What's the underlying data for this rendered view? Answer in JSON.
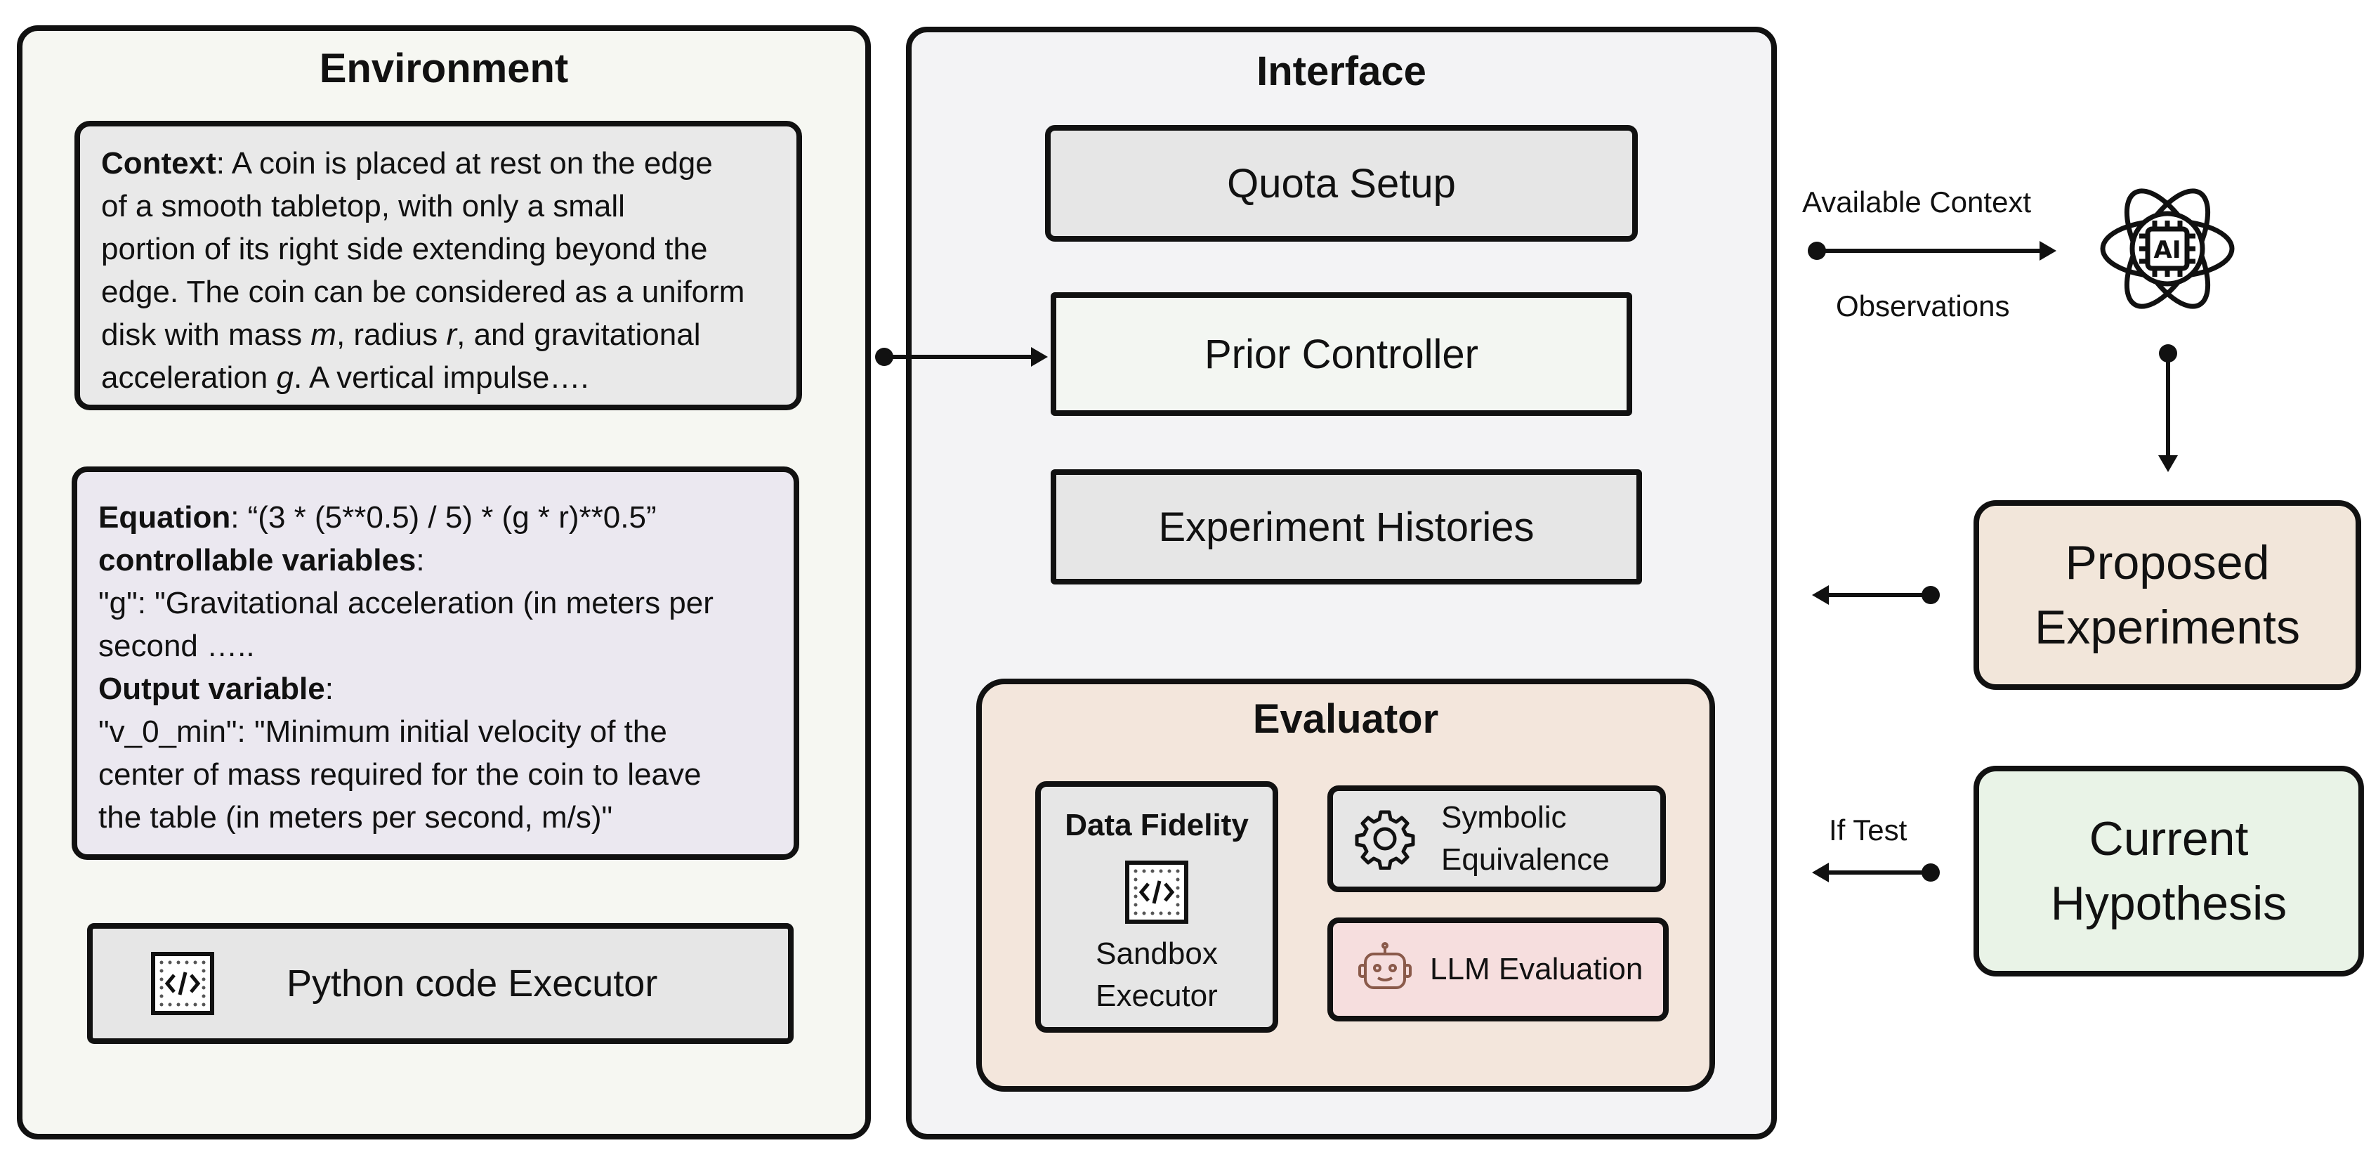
{
  "environment": {
    "title": "Environment",
    "context": {
      "label": "Context",
      "lines": [
        ": A coin is placed at rest on the edge",
        "of a smooth tabletop, with only a small",
        "portion of its right side extending beyond the",
        "edge. The coin can be considered as a uniform"
      ],
      "line5_a": "disk with mass ",
      "line5_m": "m",
      "line5_b": ", radius ",
      "line5_r": "r",
      "line5_c": ", and gravitational",
      "line6_a": "acceleration ",
      "line6_g": "g",
      "line6_b": ". A vertical impulse…."
    },
    "equation": {
      "eq_label": "Equation",
      "eq_value": ": “(3 * (5**0.5) / 5) * (g * r)**0.5”",
      "ctrl_label": "controllable variables",
      "ctrl_colon": ":",
      "ctrl_line1": "\"g\": \"Gravitational acceleration (in meters per",
      "ctrl_line2": "second …..",
      "out_label": "Output variable",
      "out_colon": ":",
      "out_line1": "\"v_0_min\": \"Minimum initial velocity of the",
      "out_line2": "center of mass required for the coin to leave",
      "out_line3": "the table (in meters per second, m/s)\""
    },
    "executor_label": "Python code Executor"
  },
  "interface": {
    "title": "Interface",
    "quota_setup": "Quota Setup",
    "prior_controller": "Prior Controller",
    "experiment_histories": "Experiment Histories",
    "evaluator": {
      "title": "Evaluator",
      "data_fidelity": "Data Fidelity",
      "sandbox_line1": "Sandbox",
      "sandbox_line2": "Executor",
      "symbolic_line1": "Symbolic",
      "symbolic_line2": "Equivalence",
      "llm_evaluation": "LLM Evaluation"
    }
  },
  "agent": {
    "available_context": "Available Context",
    "observations": "Observations",
    "ai_label": "AI",
    "proposed_line1": "Proposed",
    "proposed_line2": "Experiments",
    "if_test": "If Test",
    "current_line1": "Current",
    "current_line2": "Hypothesis"
  },
  "colors": {
    "environment_bg": "#f6f7f2",
    "interface_bg": "#f3f3f5",
    "context_bg": "#e9e9e9",
    "equation_bg": "#ebe8f0",
    "box_gray": "#e6e6e6",
    "prior_bg": "#f3f6f2",
    "evaluator_bg": "#f3e6dc",
    "llm_bg": "#f6dede",
    "proposed_bg": "#f2e6da",
    "hypothesis_bg": "#e9f3e7"
  }
}
